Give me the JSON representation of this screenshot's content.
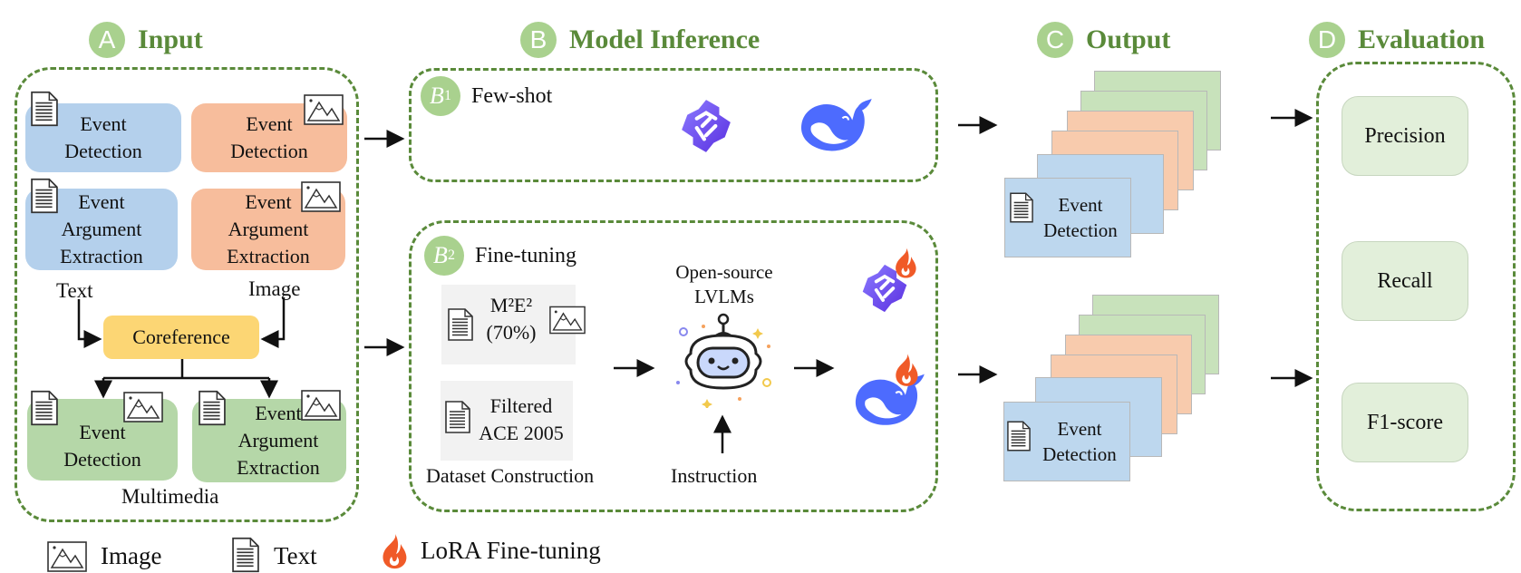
{
  "sections": {
    "input": {
      "badge": "A",
      "title": "Input"
    },
    "inference": {
      "badge": "B",
      "title": "Model Inference"
    },
    "output": {
      "badge": "C",
      "title": "Output"
    },
    "evaluation": {
      "badge": "D",
      "title": "Evaluation"
    }
  },
  "input": {
    "text_event_detection": "Event Detection",
    "image_event_detection": "Event Detection",
    "text_argument_extraction": "Event Argument Extraction",
    "image_argument_extraction": "Event Argument Extraction",
    "text_label": "Text",
    "image_label": "Image",
    "coreference": "Coreference",
    "mm_event_detection": "Event Detection",
    "mm_argument_extraction": "Event Argument Extraction",
    "multimedia_label": "Multimedia"
  },
  "inference": {
    "b1": {
      "badge": "B",
      "sub": "1",
      "title": "Few-shot",
      "models": [
        "qwen-logo",
        "deepseek-logo"
      ]
    },
    "b2": {
      "badge": "B",
      "sub": "2",
      "title": "Fine-tuning",
      "dataset1_name": "M²E²",
      "dataset1_split": "(70%)",
      "dataset2_line1": "Filtered",
      "dataset2_line2": "ACE 2005",
      "dataset_caption": "Dataset Construction",
      "model_label_line1": "Open-source",
      "model_label_line2": "LVLMs",
      "instruction_label": "Instruction",
      "finetuned_models": [
        "qwen-logo-lora",
        "deepseek-logo-lora"
      ]
    }
  },
  "output": {
    "top_card_label": "Event Detection",
    "bottom_card_label": "Event Detection"
  },
  "evaluation": {
    "metrics": [
      "Precision",
      "Recall",
      "F1-score"
    ]
  },
  "legend": {
    "image": "Image",
    "text": "Text",
    "lora": "LoRA Fine-tuning"
  },
  "colors": {
    "section_green": "#5a8a3a",
    "badge_green": "#a9d18e",
    "text_task": "#b4d0ec",
    "image_task": "#f7bd9c",
    "multimedia_task": "#b5d7a8",
    "coreference": "#fcd674",
    "metric_bg": "#e2efda",
    "qwen": "#6a4ff0",
    "deepseek": "#4d6bfe",
    "flame": "#f05a28"
  }
}
